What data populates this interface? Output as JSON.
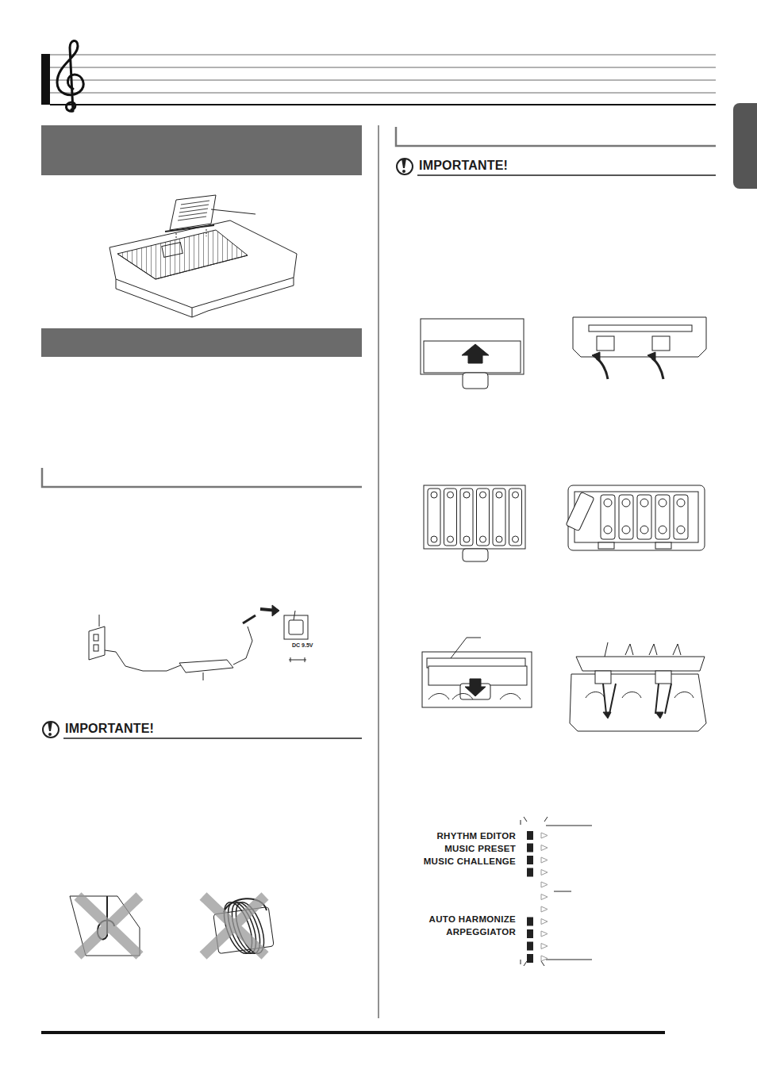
{
  "diagram": {
    "labels": [
      "IMPORTANTE!",
      "IMPORTANTE!",
      "DC 9.5V",
      "RHYTHM EDITOR",
      "MUSIC PRESET",
      "MUSIC CHALLENGE",
      "AUTO HARMONIZE",
      "ARPEGGIATOR"
    ]
  }
}
